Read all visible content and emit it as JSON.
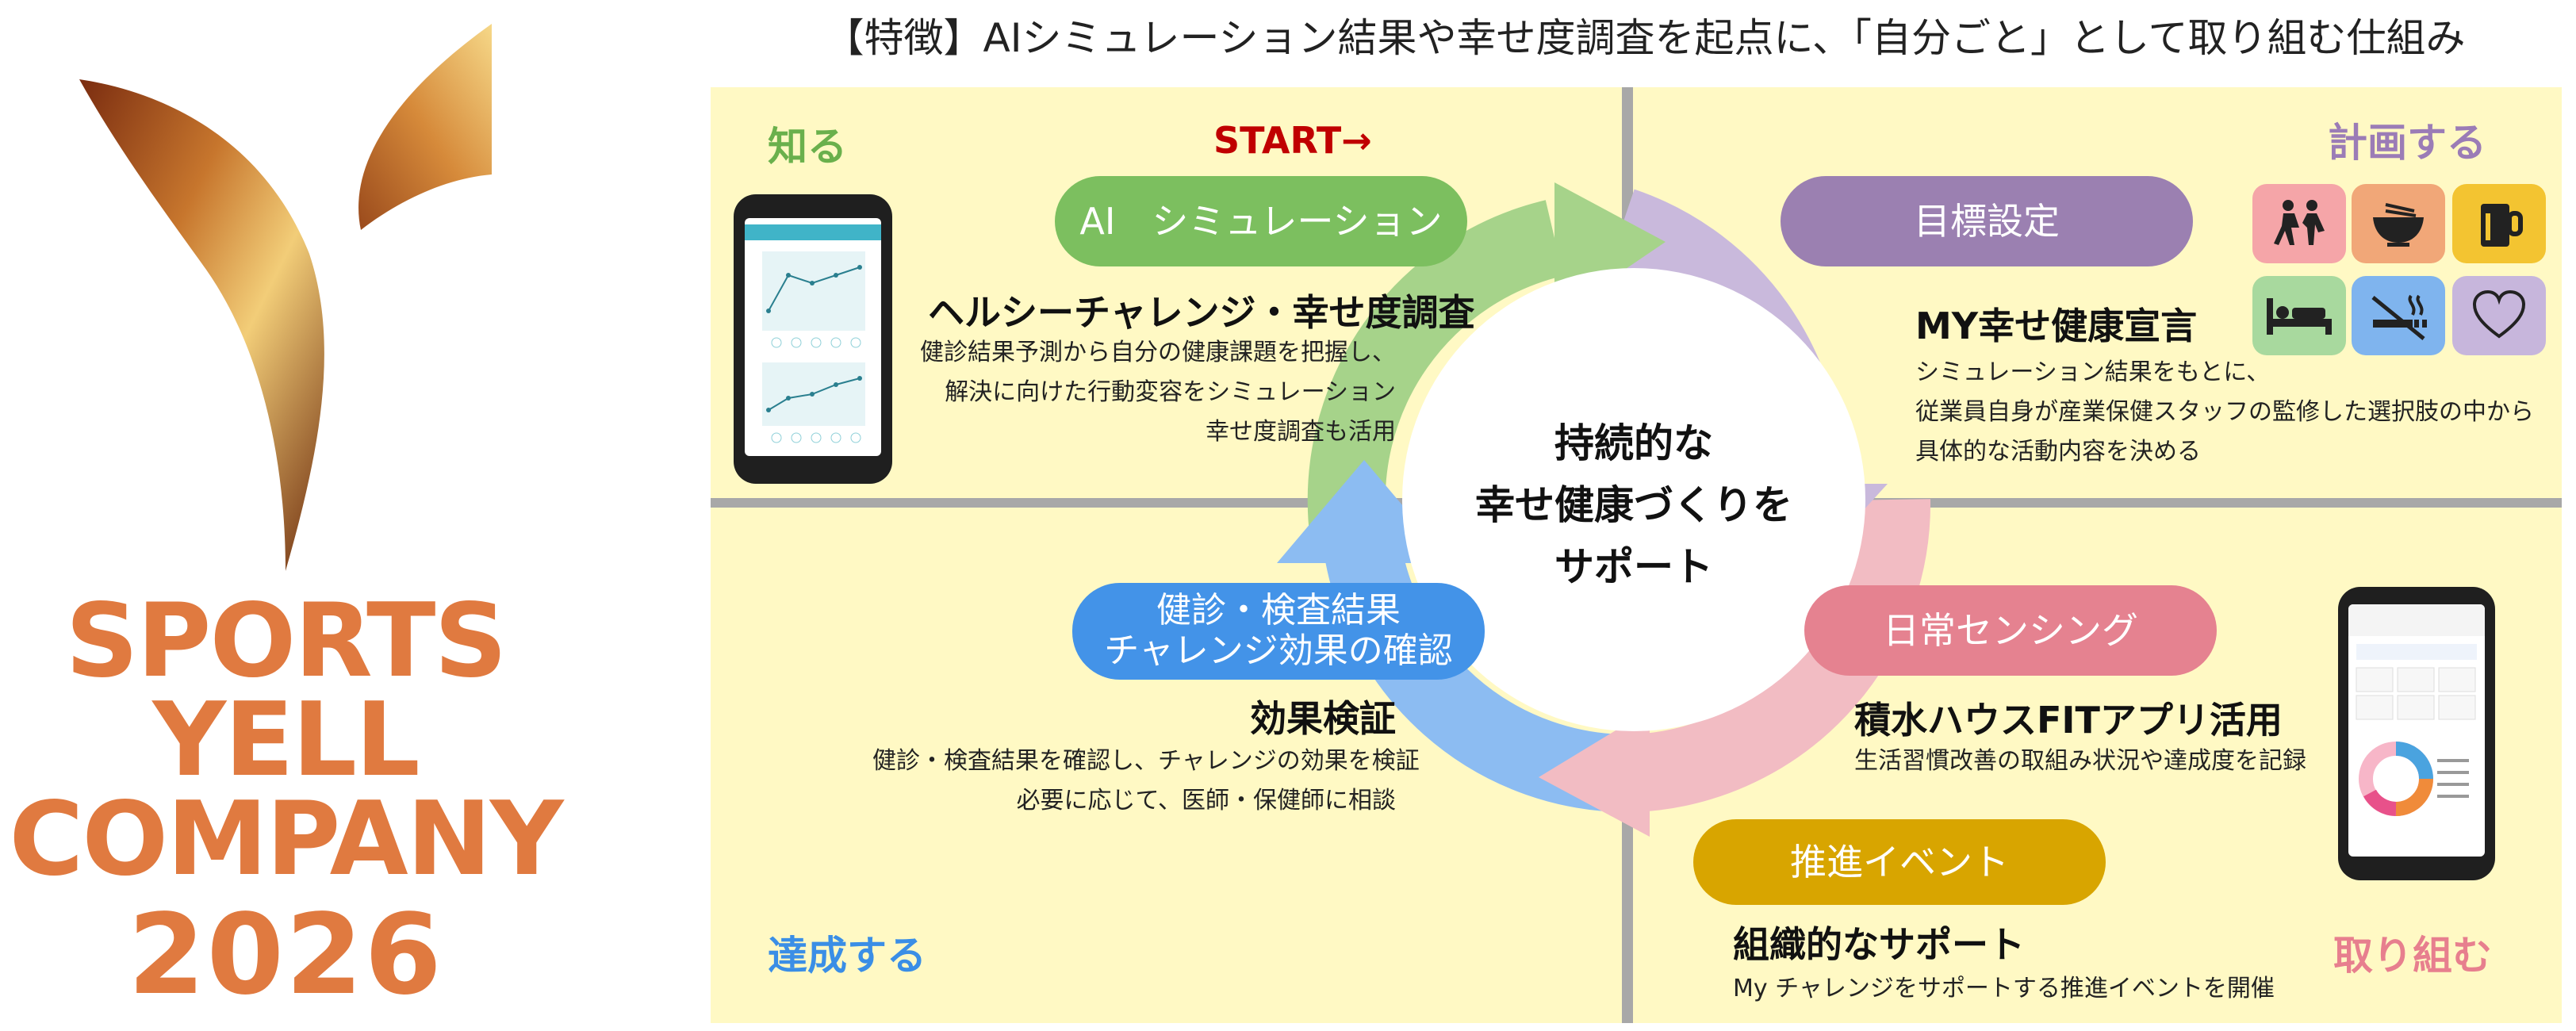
{
  "page": {
    "title": "【特徴】AIシミュレーション結果や幸せ度調査を起点に、「自分ごと」として取り組む仕組み"
  },
  "logo": {
    "line1": "SPORTS",
    "line2": "YELL",
    "line3": "COMPANY",
    "year": "2026",
    "gradient_dark": "#8a3a12",
    "gradient_light": "#f6d27a",
    "text_color": "#e07a40"
  },
  "quadrants": {
    "know": "知る",
    "plan": "計画する",
    "act": "取り組む",
    "achieve": "達成する"
  },
  "start_label": "START→",
  "center": {
    "line1": "持続的な",
    "line2": "幸せ健康づくりを",
    "line3": "サポート"
  },
  "steps": {
    "ai": {
      "pill": "AI　シミュレーション",
      "heading": "ヘルシーチャレンジ・幸せ度調査",
      "desc": [
        "健診結果予測から自分の健康課題を把握し、",
        "解決に向けた行動変容をシミュレーション",
        "幸せ度調査も活用"
      ]
    },
    "goal": {
      "pill": "目標設定",
      "heading": "MY幸せ健康宣言",
      "desc": [
        "シミュレーション結果をもとに、",
        "従業員自身が産業保健スタッフの監修した選択肢の中から",
        "具体的な活動内容を決める"
      ]
    },
    "sensing": {
      "pill": "日常センシング",
      "heading": "積水ハウスFITアプリ活用",
      "desc": [
        "生活習慣改善の取組み状況や達成度を記録"
      ]
    },
    "event": {
      "pill": "推進イベント",
      "heading": "組織的なサポート",
      "desc": [
        "My チャレンジをサポートする推進イベントを開催"
      ]
    },
    "check": {
      "pill_line1": "健診・検査結果",
      "pill_line2": "チャレンジ効果の確認",
      "heading": "効果検証",
      "desc": [
        "健診・検査結果を確認し、チャレンジの効果を検証",
        "必要に応じて、医師・保健師に相談"
      ]
    }
  },
  "icons": [
    "exercise-icon",
    "meal-icon",
    "drink-icon",
    "sleep-icon",
    "no-smoking-icon",
    "heart-icon"
  ],
  "colors": {
    "panel_bg": "#fff9c4",
    "green": "#7cbf5f",
    "purple": "#9b80b1",
    "pink": "#e58290",
    "gold": "#d8a500",
    "blue": "#4393e8",
    "start_red": "#c00000"
  }
}
